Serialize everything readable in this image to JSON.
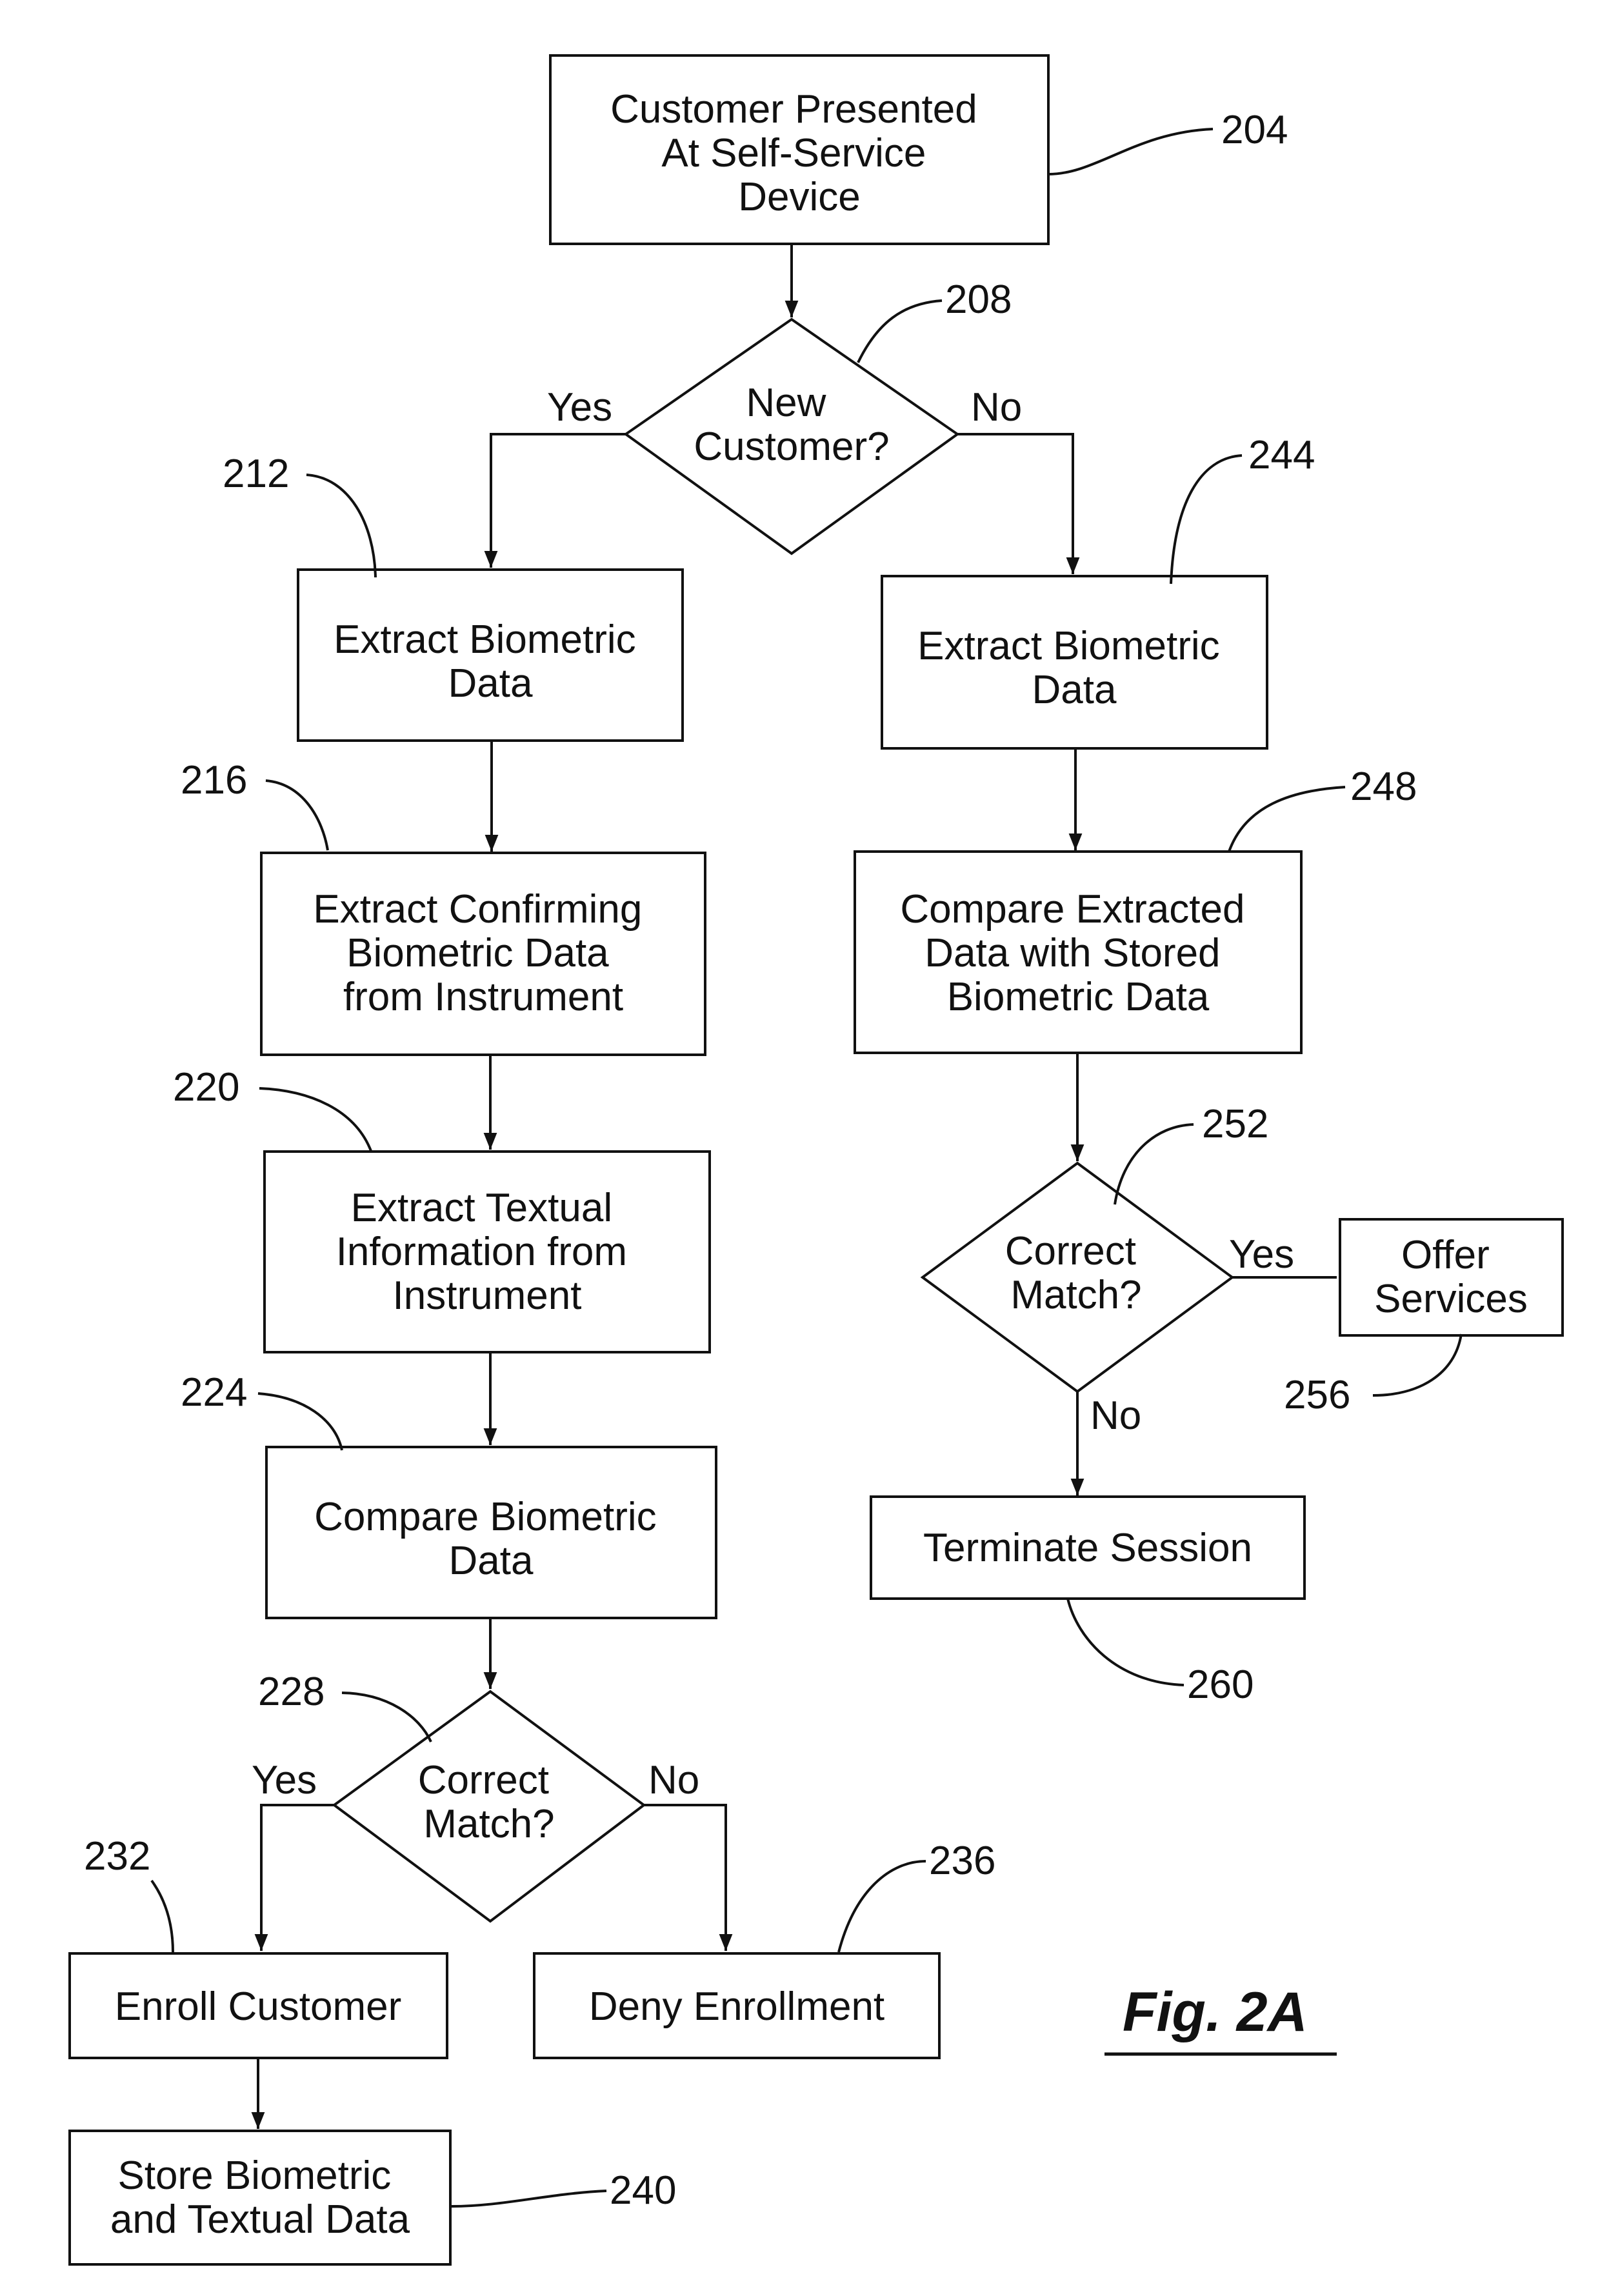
{
  "figure_label": "Fig. 2A",
  "colors": {
    "ink": "#111111",
    "paper": "#ffffff"
  },
  "nodes": {
    "n204": {
      "ref": "204",
      "lines": [
        "Customer Presented",
        "At Self-Service",
        "Device"
      ]
    },
    "n208": {
      "ref": "208",
      "lines": [
        "New",
        "Customer?"
      ]
    },
    "n212": {
      "ref": "212",
      "lines": [
        "Extract Biometric",
        "Data"
      ]
    },
    "n216": {
      "ref": "216",
      "lines": [
        "Extract Confirming",
        "Biometric Data",
        "from Instrument"
      ]
    },
    "n220": {
      "ref": "220",
      "lines": [
        "Extract Textual",
        "Information from",
        "Instrument"
      ]
    },
    "n224": {
      "ref": "224",
      "lines": [
        "Compare Biometric",
        "Data"
      ]
    },
    "n228": {
      "ref": "228",
      "lines": [
        "Correct",
        "Match?"
      ]
    },
    "n232": {
      "ref": "232",
      "lines": [
        "Enroll Customer"
      ]
    },
    "n236": {
      "ref": "236",
      "lines": [
        "Deny Enrollment"
      ]
    },
    "n240": {
      "ref": "240",
      "lines": [
        "Store Biometric",
        "and Textual Data"
      ]
    },
    "n244": {
      "ref": "244",
      "lines": [
        "Extract Biometric",
        "Data"
      ]
    },
    "n248": {
      "ref": "248",
      "lines": [
        "Compare Extracted",
        "Data with Stored",
        "Biometric Data"
      ]
    },
    "n252": {
      "ref": "252",
      "lines": [
        "Correct",
        "Match?"
      ]
    },
    "n256": {
      "ref": "256",
      "lines": [
        "Offer",
        "Services"
      ]
    },
    "n260": {
      "ref": "260",
      "lines": [
        "Terminate Session"
      ]
    }
  },
  "edge_labels": {
    "yes_208": "Yes",
    "no_208": "No",
    "yes_228": "Yes",
    "no_228": "No",
    "yes_252": "Yes",
    "no_252": "No"
  }
}
